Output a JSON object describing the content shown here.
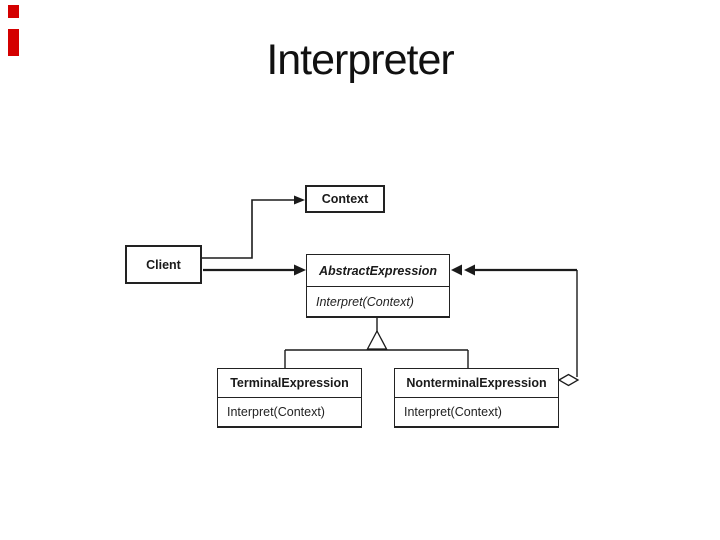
{
  "slide": {
    "title": "Interpreter",
    "background_color": "#ffffff",
    "accent_red": "#d40000"
  },
  "diagram": {
    "classes": [
      {
        "name": "Context",
        "methods": []
      },
      {
        "name": "Client",
        "methods": []
      },
      {
        "name": "AbstractExpression",
        "stereotype": "abstract",
        "methods": [
          "Interpret(Context)"
        ]
      },
      {
        "name": "TerminalExpression",
        "methods": [
          "Interpret(Context)"
        ]
      },
      {
        "name": "NonterminalExpression",
        "methods": [
          "Interpret(Context)"
        ]
      }
    ],
    "relationships": [
      {
        "type": "association",
        "from": "Client",
        "to": "Context"
      },
      {
        "type": "association",
        "from": "Client",
        "to": "AbstractExpression"
      },
      {
        "type": "generalization",
        "from": "TerminalExpression",
        "to": "AbstractExpression"
      },
      {
        "type": "generalization",
        "from": "NonterminalExpression",
        "to": "AbstractExpression"
      },
      {
        "type": "aggregation",
        "from": "NonterminalExpression",
        "to": "AbstractExpression"
      }
    ]
  }
}
